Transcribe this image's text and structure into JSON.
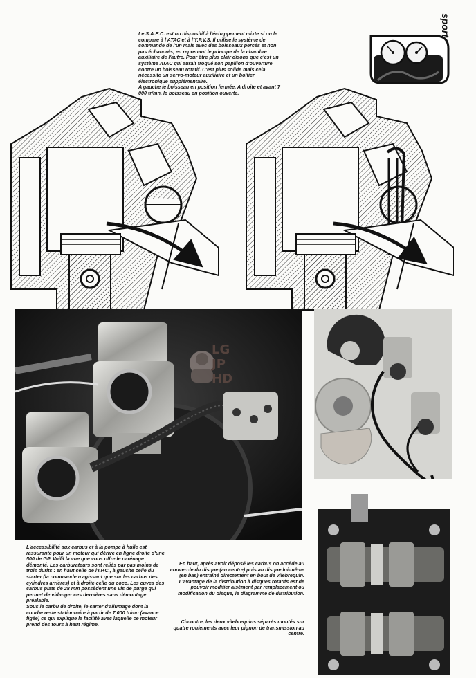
{
  "captions": {
    "top": "Le S.A.E.C. est un dispositif à l'échappement mixte si on le compare à l'ATAC et à l'Y.P.V.S. Il utilise le système de commande de l'un mais avec des boisseaux percés et non pas échancrés, en reprenant le principe de la chambre auxiliaire de l'autre. Pour être plus clair disons que c'est un système ATAC qui aurait troqué son papillon d'ouverture contre un boisseau rotatif. C'est plus solide mais cela nécessite un servo-moteur auxiliaire et un boîtier électronique supplémentaire.\nA gauche le boisseau en position fermée. A droite et avant 7 000 tr/mn, le boisseau en position ouverte.",
    "bottom_left": "L'accessibilité aux carbus et à la pompe à huile est rassurante pour un moteur qui dérive en ligne droite d'une 500 de GP. Voilà la vue que vous offre le carénage démonté. Les carburateurs sont reliés par pas moins de trois durits : en haut celle de l'I.P.C., à gauche celle du starter (la commande n'agissant que sur les carbus des cylindres arrières) et à droite celle du coco. Les cuves des carbus plats de 28 mm possèdent une vis de purge qui permet de vidanger ces dernières sans démontage préalable.\nSous le carbu de droite, le carter d'allumage dont la courbe reste stationnaire à partir de 7 000 tr/mn (avance figée) ce qui explique la facilité avec laquelle ce moteur prend des tours à haut régime.",
    "bottom_center_1": "En haut, après avoir déposé les carbus on accède au couvercle du disque (au centre) puis au disque lui-même (en bas) entraîné directement en bout de vilebrequin. L'avantage de la distribution à disques rotatifs est de pouvoir modifier aisément par remplacement ou modification du disque, le diagramme de distribution.",
    "bottom_center_2": "Ci-contre, les deux vilebrequins séparés montés sur quatre roulements avec leur pignon de transmission au centre."
  },
  "watermark": {
    "lines": [
      "LG",
      "JP",
      "HD"
    ]
  },
  "badge": {
    "label": "sport"
  }
}
